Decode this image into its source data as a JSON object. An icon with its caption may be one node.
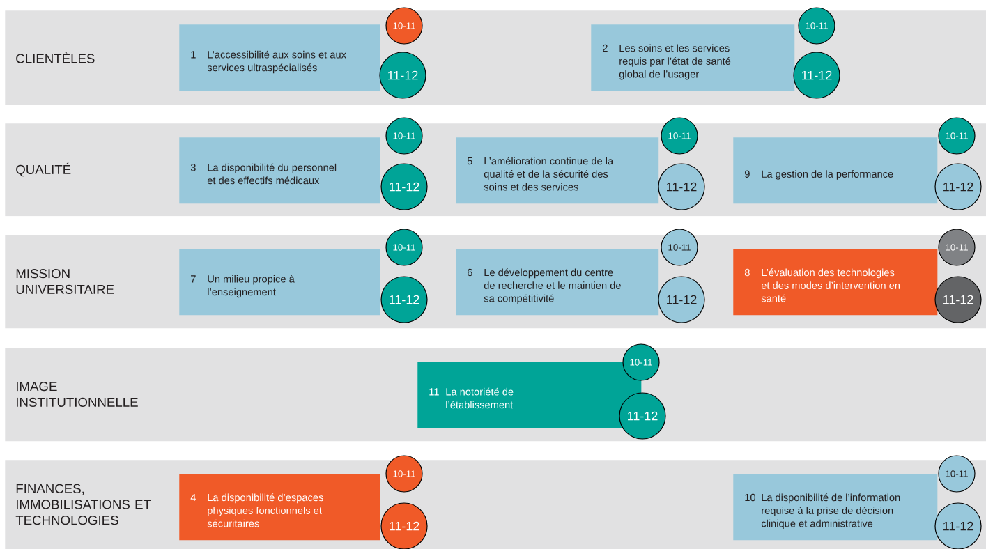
{
  "diagram": {
    "nodes": [
      {
        "text": [
          "CLIENTÈLES"
        ]
      },
      {
        "text": [
          "1",
          "L’accessibilité aux soins et aux services ultraspécialisés"
        ],
        "in": 0
      },
      {
        "text": [
          "10-11"
        ],
        "in": 0
      },
      {
        "text": [
          "11-12"
        ],
        "in": 0
      },
      {
        "text": [
          "2",
          "Les soins et les services requis par l’état de santé global de l’usager"
        ],
        "in": 0
      },
      {
        "text": [
          "10-11"
        ],
        "in": 0
      },
      {
        "text": [
          "11-12"
        ],
        "in": 0
      },
      {
        "text": [
          "QUALITÉ"
        ]
      },
      {
        "text": [
          "3",
          "La disponibilité du personnel et des effectifs médicaux"
        ],
        "in": 7
      },
      {
        "text": [
          "10-11"
        ]
      },
      {
        "text": [
          "11-12"
        ],
        "in": 7
      },
      {
        "text": [
          "5",
          "L’amélioration continue de la qualité et de la sécurité des soins et des services"
        ],
        "in": 7
      },
      {
        "text": [
          "10-11"
        ]
      },
      {
        "text": [
          "11-12"
        ],
        "in": 7
      },
      {
        "text": [
          "9",
          "La gestion de la performance"
        ],
        "in": 7
      },
      {
        "text": [
          "10-11"
        ]
      },
      {
        "text": [
          "11-12"
        ],
        "in": 7
      },
      {
        "text": [
          "MISSION UNIVERSITAIRE"
        ]
      },
      {
        "text": [
          "7",
          "Un milieu propice à l’enseignement"
        ],
        "in": 17
      },
      {
        "text": [
          "10-11"
        ]
      },
      {
        "text": [
          "11-12"
        ],
        "in": 17
      },
      {
        "text": [
          "6",
          "Le développement du centre de recherche et le maintien de sa compétitivité"
        ],
        "in": 17
      },
      {
        "text": [
          "10-11"
        ]
      },
      {
        "text": [
          "11-12"
        ],
        "in": 17
      },
      {
        "text": [
          "8",
          "L’évaluation des technologies et des modes d’intervention en santé"
        ],
        "in": 17
      },
      {
        "text": [
          "10-11"
        ]
      },
      {
        "text": [
          "11-12"
        ],
        "in": 17
      },
      {
        "text": [
          "IMAGE INSTITUTIONNELLE"
        ]
      },
      {
        "text": [
          "11",
          "La notoriété de l’établissement"
        ],
        "in": 27
      },
      {
        "text": [
          "10-11"
        ]
      },
      {
        "text": [
          "11-12"
        ],
        "in": 27
      },
      {
        "text": [
          "FINANCES, IMMOBILISATIONS ET TECHNOLOGIES"
        ]
      },
      {
        "text": [
          "4",
          "La disponibilité d’espaces physiques fonctionnels et sécuritaires"
        ],
        "in": 31
      },
      {
        "text": [
          "10-11"
        ]
      },
      {
        "text": [
          "11-12"
        ],
        "in": 31
      },
      {
        "text": [
          "10",
          "La disponibilité de l’information requise à la prise de décision clinique et administrative"
        ],
        "in": 31
      },
      {
        "text": [
          "10-11"
        ]
      },
      {
        "text": [
          "11-12"
        ],
        "in": 31
      }
    ]
  }
}
